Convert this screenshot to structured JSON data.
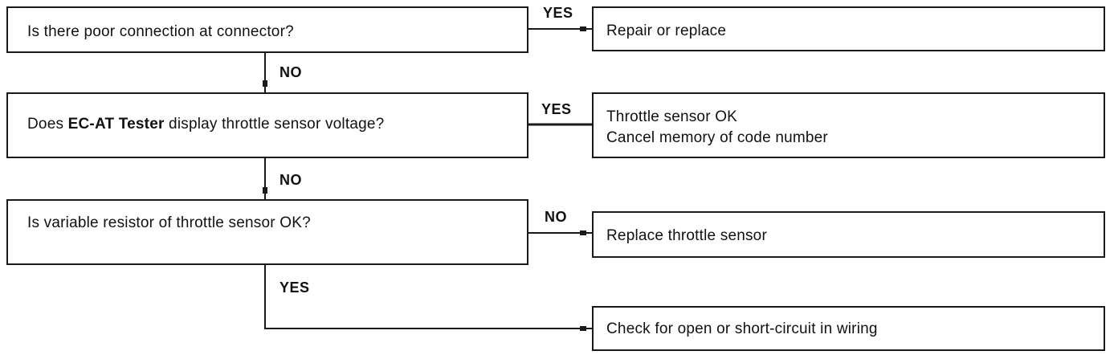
{
  "questions": [
    "Is there poor connection at connector?",
    {
      "prefix": "Does ",
      "bold": "EC-AT Tester",
      "suffix": " display throttle sensor voltage?"
    },
    "Is variable resistor of throttle sensor OK?"
  ],
  "results": [
    "Repair or replace",
    [
      "Throttle sensor OK",
      "Cancel memory of code number"
    ],
    "Replace throttle sensor",
    "Check for open or short-circuit in wiring"
  ],
  "labels": {
    "q1_yes": "YES",
    "q1_no": "NO",
    "q2_yes": "YES",
    "q2_no": "NO",
    "q3_no": "NO",
    "q3_yes": "YES"
  }
}
